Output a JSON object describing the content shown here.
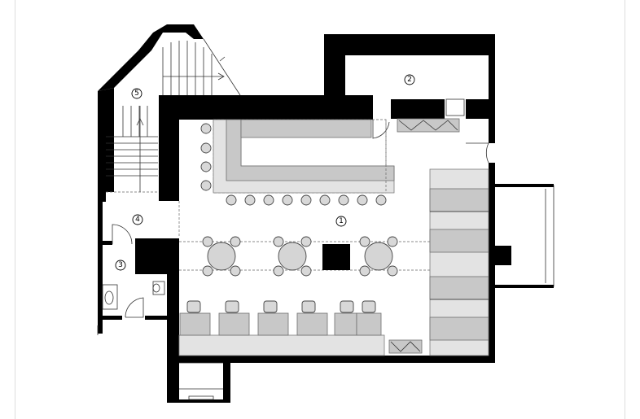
{
  "room_labels": [
    {
      "id": "main-hall",
      "number": "1"
    },
    {
      "id": "kitchen",
      "number": "2"
    },
    {
      "id": "restroom",
      "number": "3"
    },
    {
      "id": "vestibule",
      "number": "4"
    },
    {
      "id": "staircase",
      "number": "5"
    }
  ],
  "colors": {
    "wall": "#000000",
    "furniture": "#c8c8c8",
    "background": "#ffffff"
  }
}
